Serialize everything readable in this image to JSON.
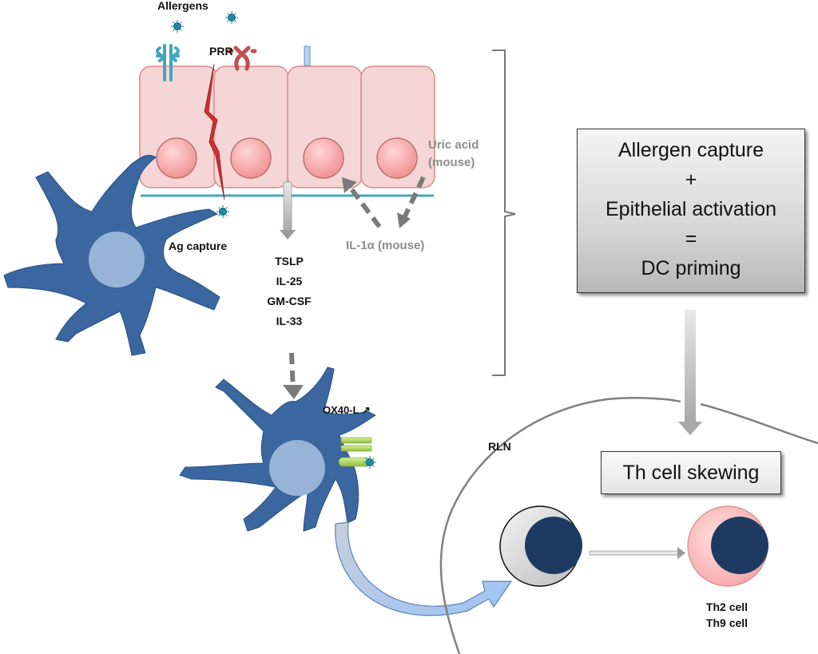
{
  "diagram": {
    "labels": {
      "allergens": "Allergens",
      "prr": "PRR",
      "uric_acid_line1": "Uric acid",
      "uric_acid_line2": "(mouse)",
      "il1a": "IL-1α (mouse)",
      "ag_capture": "Ag capture",
      "cytokines": [
        "TSLP",
        "IL-25",
        "GM-CSF",
        "IL-33"
      ],
      "ox40l": "OX40-L ↗",
      "rln": "RLN",
      "th_cells": [
        "Th2 cell",
        "Th9 cell"
      ]
    },
    "summary_box": {
      "lines": [
        "Allergen capture",
        "+",
        "Epithelial activation",
        "=",
        "DC priming"
      ]
    },
    "skewing_box": {
      "label": "Th cell skewing"
    },
    "colors": {
      "epithelium_fill": "#f5d5d5",
      "epithelium_border": "#d08080",
      "nucleus": "#f4a9a9",
      "basement_membrane": "#4aa3b8",
      "dendritic_cell": "#3a67a0",
      "dc_nucleus": "#97b3d6",
      "naive_t_cell": "#dcdcdc",
      "th2_cell": "#f8b8b8",
      "t_nucleus": "#1d3a63",
      "lesion": "#c62828",
      "arrow_gray": "#7a7a7a",
      "migration_arrow": "#9ec2f0"
    }
  }
}
